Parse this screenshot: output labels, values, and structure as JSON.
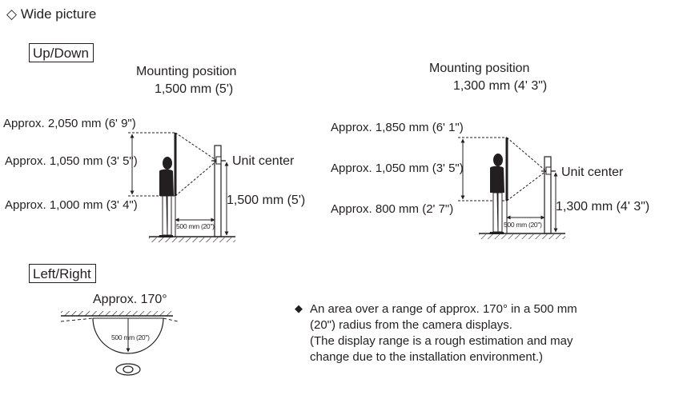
{
  "title": {
    "marker": "◇",
    "text": "Wide picture"
  },
  "updown": {
    "label": "Up/Down",
    "left": {
      "mount_label": "Mounting position",
      "mount_value": "1,500 mm (5')",
      "top": "Approx. 2,050 mm (6' 9\")",
      "mid": "Approx. 1,050 mm (3' 5\")",
      "bottom": "Approx. 1,000 mm (3' 4\")",
      "unit_center": "Unit center",
      "height": "1,500 mm (5')",
      "distance": "500 mm (20\")"
    },
    "right": {
      "mount_label": "Mounting position",
      "mount_value": "1,300 mm (4' 3\")",
      "top": "Approx. 1,850 mm (6' 1\")",
      "mid": "Approx. 1,050 mm (3' 5\")",
      "bottom": "Approx. 800 mm (2' 7\")",
      "unit_center": "Unit center",
      "height": "1,300 mm (4' 3\")",
      "distance": "500 mm (20\")"
    }
  },
  "leftright": {
    "label": "Left/Right",
    "angle": "Approx. 170°",
    "radius": "500 mm (20\")"
  },
  "note": {
    "marker": "◆",
    "lines": [
      "An area over a range of approx. 170° in a 500 mm",
      "(20\") radius from the camera displays.",
      "(The display range is a rough estimation and may",
      "change due to the installation environment.)"
    ]
  }
}
